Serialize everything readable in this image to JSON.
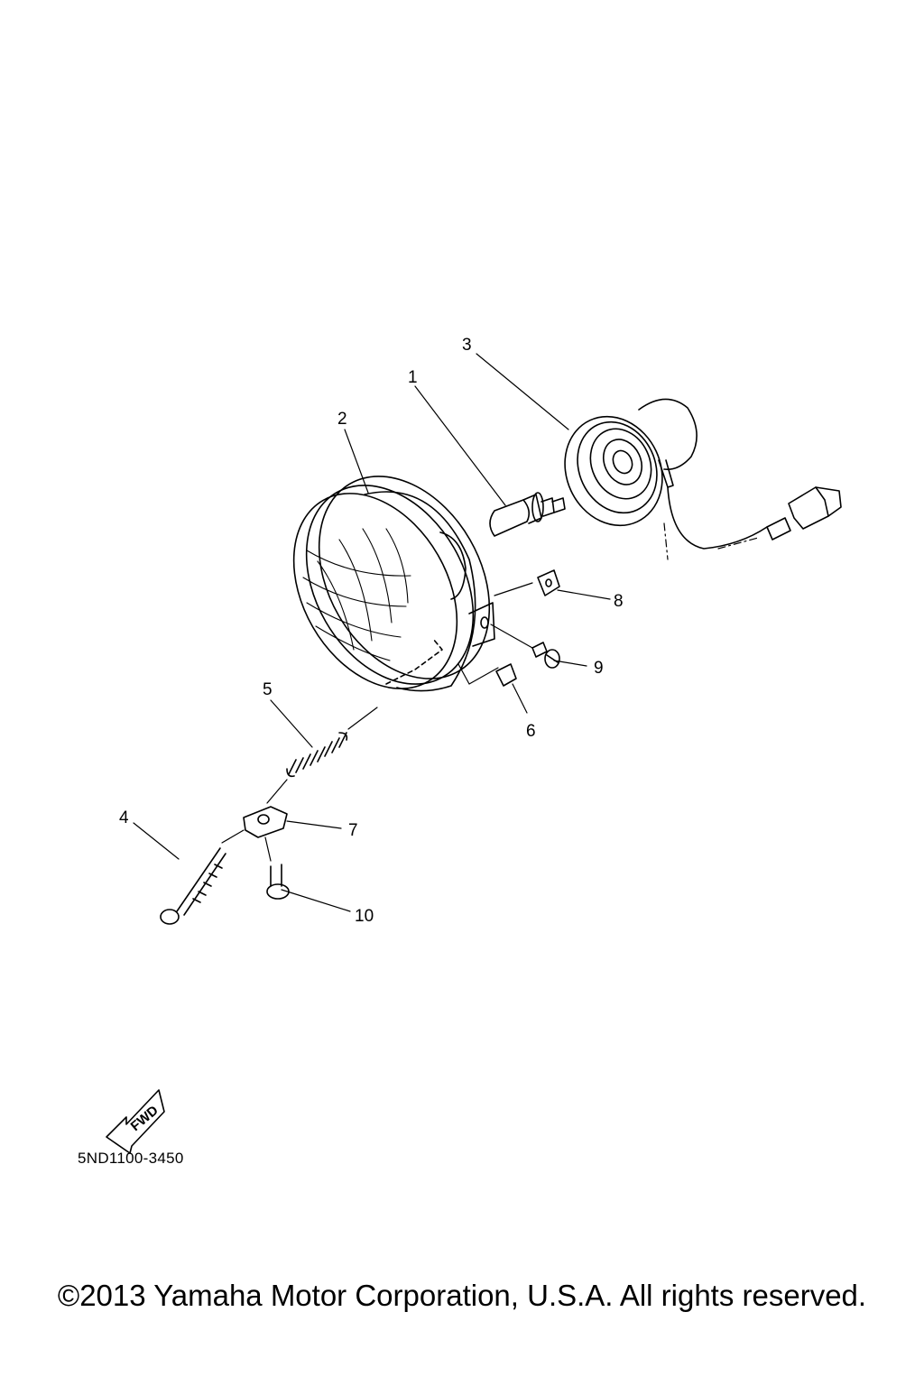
{
  "callouts": [
    "1",
    "2",
    "3",
    "4",
    "5",
    "6",
    "7",
    "8",
    "9",
    "10"
  ],
  "fwd_label": "FWD",
  "drawing_code": "5ND1100-3450",
  "copyright": "©2013 Yamaha Motor Corporation, U.S.A. All rights reserved."
}
